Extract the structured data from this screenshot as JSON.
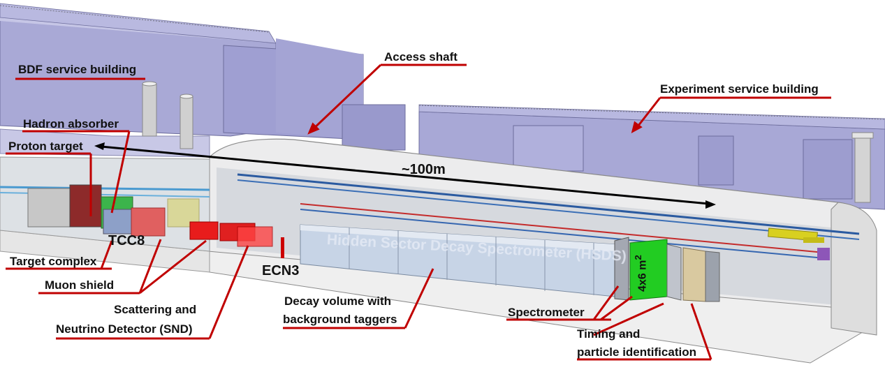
{
  "labels": {
    "bdf_service_building": "BDF service building",
    "access_shaft": "Access shaft",
    "experiment_service_building": "Experiment service building",
    "hadron_absorber": "Hadron absorber",
    "proton_target": "Proton target",
    "distance": "~100m",
    "tcc8": "TCC8",
    "ecn3": "ECN3",
    "hsds": "Hidden Sector Decay Spectrometer (HSDS)",
    "target_complex": "Target complex",
    "muon_shield": "Muon shield",
    "snd_line1": "Scattering and",
    "snd_line2": "Neutrino Detector (SND)",
    "decay_line1": "Decay volume with",
    "decay_line2": "background taggers",
    "spectrometer": "Spectrometer",
    "timing_line1": "Timing and",
    "timing_line2": "particle identification",
    "area_base": "4x6 m",
    "area_exp": "2"
  },
  "colors": {
    "building": "#aaaad8",
    "building_dark": "#8c8cc2",
    "tunnel": "#e9e9ea",
    "leader": "#c00000",
    "detector_green": "#22cc22",
    "shield_red": "#e84c4c",
    "target_red": "#cc3333",
    "pipe_blue": "#2f6fc0",
    "rail_yellow": "#d8d020"
  },
  "icons": [
    "distance-arrow-icon",
    "leader-line-icon"
  ]
}
